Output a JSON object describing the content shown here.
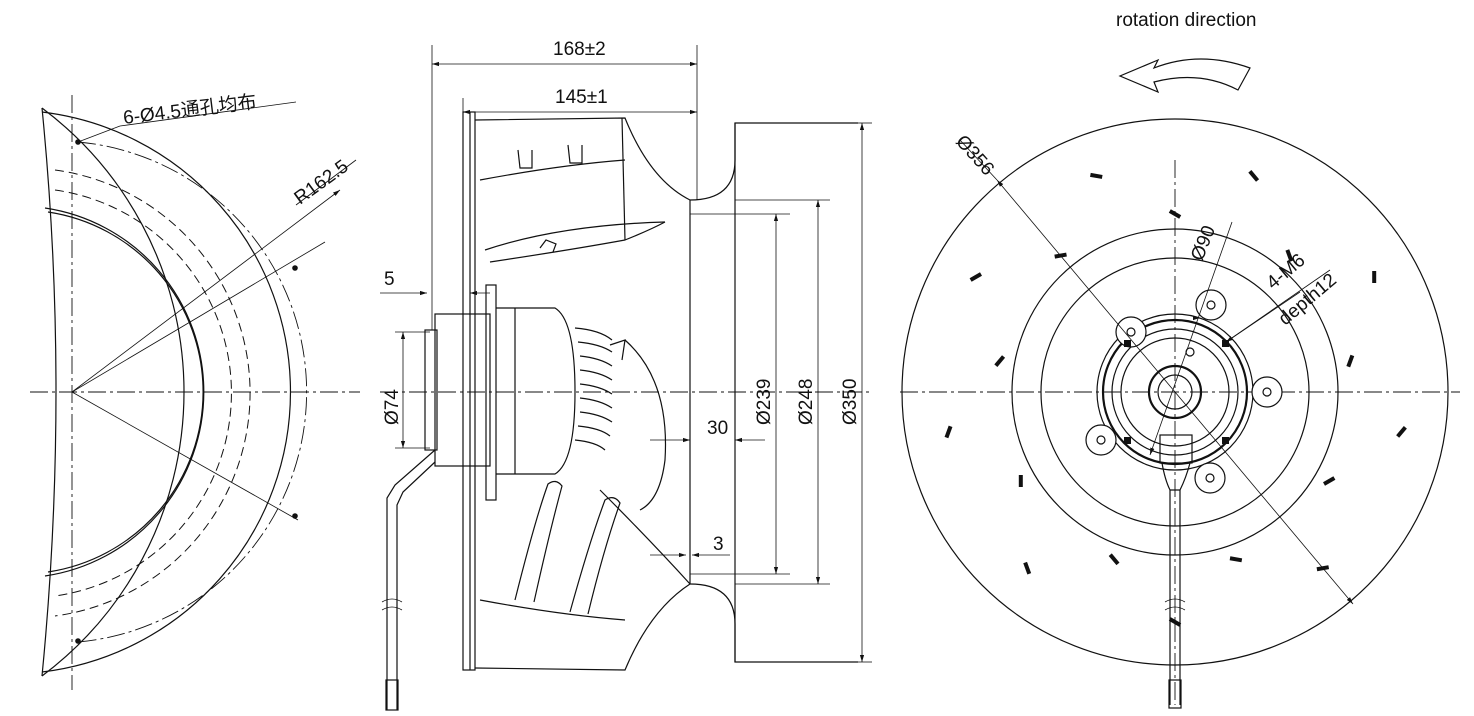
{
  "labels": {
    "rotation_direction": "rotation direction",
    "holes": "6-Ø4.5通孔均布",
    "radius": "R162.5",
    "dim_168": "168±2",
    "dim_145": "145±1",
    "dim_5": "5",
    "dim_74": "Ø74",
    "dim_30": "30",
    "dim_3": "3",
    "dim_239": "Ø239",
    "dim_248": "Ø248",
    "dim_350": "Ø350",
    "dim_356": "Ø356",
    "dim_90": "Ø90",
    "thread": "4-M6",
    "depth": "depth12"
  }
}
